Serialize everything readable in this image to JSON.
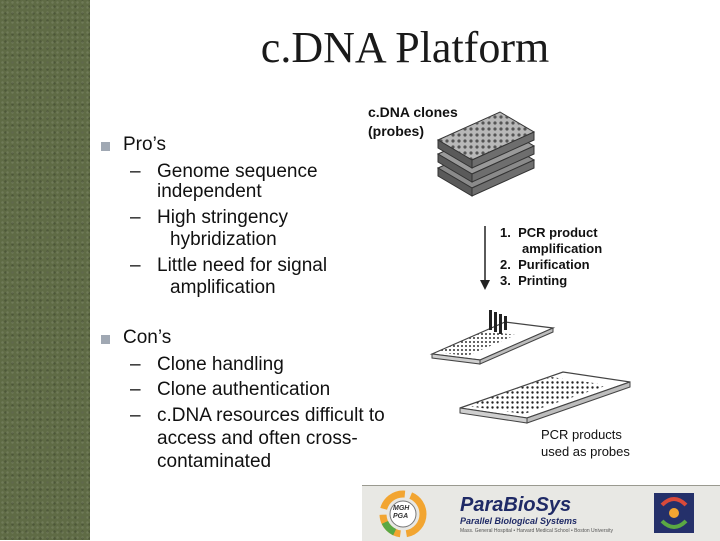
{
  "slide": {
    "title": "c.DNA Platform",
    "pros": {
      "heading": "Pro’s",
      "items": [
        {
          "line1": "Genome sequence",
          "line2": "independent"
        },
        {
          "line1": "High stringency",
          "line2": "hybridization"
        },
        {
          "line1": "Little need for signal",
          "line2": "amplification"
        }
      ]
    },
    "cons": {
      "heading": "Con’s",
      "items": [
        {
          "line1": "Clone handling"
        },
        {
          "line1": "Clone authentication"
        },
        {
          "line1": "c.DNA resources difficult to",
          "line2": "access and often cross-",
          "line3": "contaminated"
        }
      ]
    },
    "diagram": {
      "clones_label_1": "c.DNA clones",
      "clones_label_2": "(probes)",
      "steps": [
        {
          "num": "1.",
          "text": "PCR product",
          "text2": "amplification"
        },
        {
          "num": "2.",
          "text": "Purification"
        },
        {
          "num": "3.",
          "text": "Printing"
        }
      ],
      "products_label_1": "PCR products",
      "products_label_2": "used as probes"
    },
    "banner": {
      "logo_left_1": "MGH",
      "logo_left_2": "PGA",
      "name": "ParaBioSys",
      "subtitle": "Parallel Biological Systems",
      "tiny": "Mass. General Hospital • Harvard Medical School • Boston University"
    }
  },
  "colors": {
    "sidebar": "#5f6b45",
    "bullet": "#a0a8b3",
    "banner_text": "#1f2a66"
  }
}
